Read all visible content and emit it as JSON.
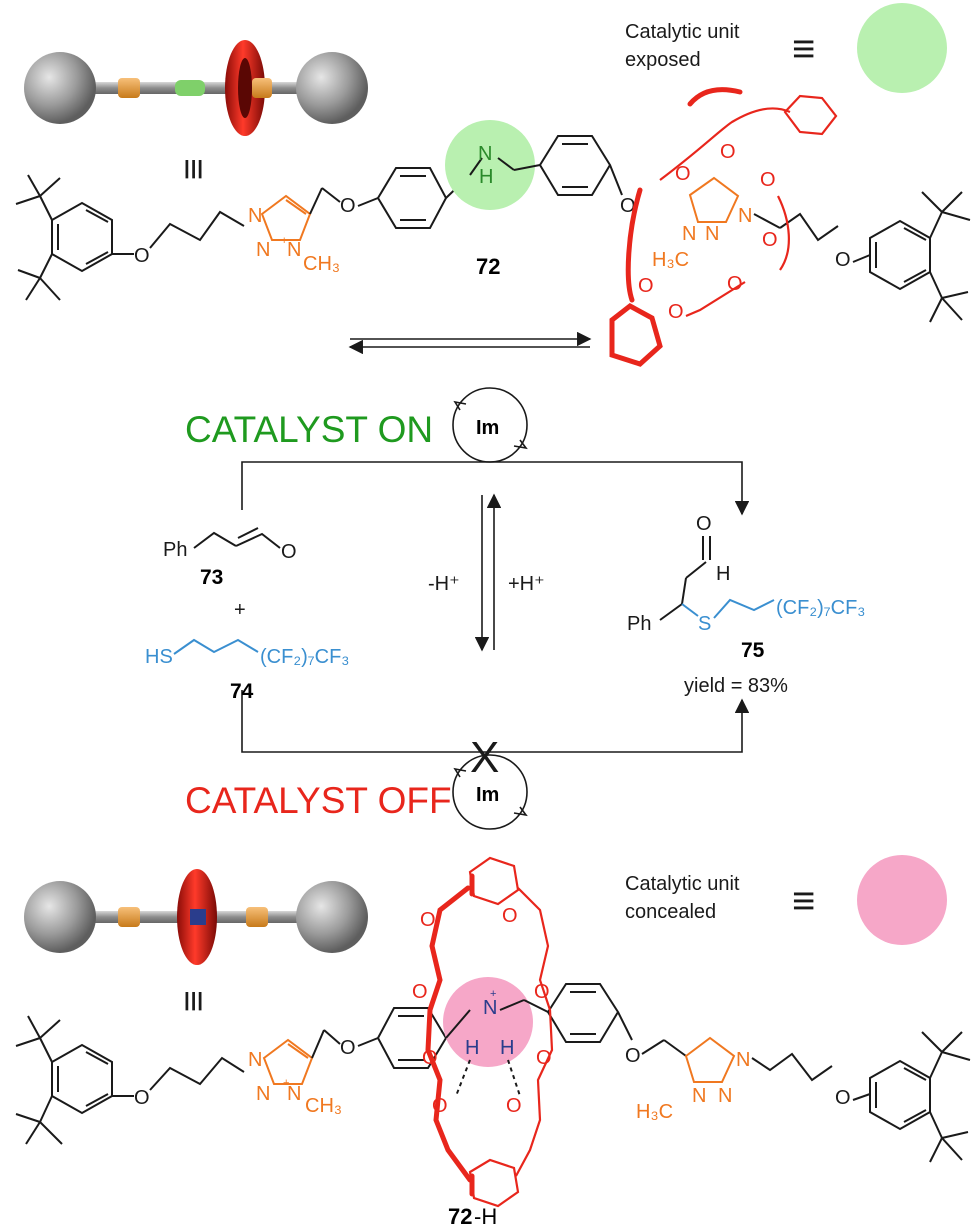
{
  "top": {
    "legend_text_line1": "Catalytic unit",
    "legend_text_line2": "exposed",
    "equiv_symbol": "≡",
    "compound_label": "72",
    "amine_label": "NH",
    "amine_n": "N",
    "amine_h": "H",
    "methyl_label": "CH₃",
    "methyl_label_left": "H₃C",
    "oxygen": "O",
    "plus": "+",
    "highlight_color": "#b9f0b0"
  },
  "middle": {
    "catalyst_on": "CATALYST ON",
    "catalyst_off": "CATALYST OFF",
    "catalyst_on_color": "#1f9a1f",
    "catalyst_off_color": "#e8261c",
    "im_label": "Im",
    "deprotonate": "-H⁺",
    "protonate": "+H⁺",
    "blocked_mark": "X",
    "reactant1": {
      "label": "73",
      "ph": "Ph",
      "o": "O"
    },
    "plus_sign": "+",
    "reactant2": {
      "label": "74",
      "hs": "HS",
      "chain": "(CF₂)₇CF₃"
    },
    "product": {
      "label": "75",
      "o": "O",
      "h": "H",
      "ph": "Ph",
      "s": "S",
      "chain": "(CF₂)₇CF₃",
      "yield": "yield = 83%"
    }
  },
  "bottom": {
    "legend_text_line1": "Catalytic unit",
    "legend_text_line2": "concealed",
    "equiv_symbol": "≡",
    "compound_label": "72",
    "compound_suffix": "-H",
    "highlight_color": "#f6a7c8"
  }
}
